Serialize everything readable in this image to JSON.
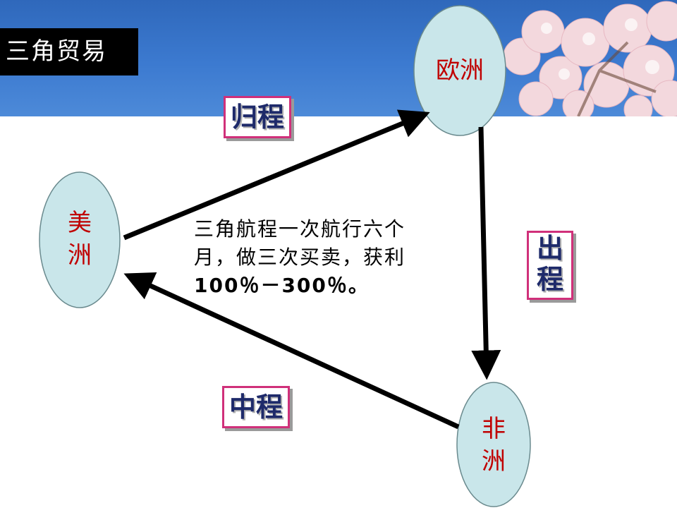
{
  "title": "三角贸易",
  "nodes": {
    "europe": "欧洲",
    "america_line1": "美",
    "america_line2": "洲",
    "africa_line1": "非",
    "africa_line2": "洲"
  },
  "stages": {
    "return_label": "归程",
    "outbound_line1": "出",
    "outbound_line2": "程",
    "middle_label": "中程"
  },
  "description": {
    "line1": "三角航程一次航行六个",
    "line2": "月，做三次买卖，获利",
    "line3": "100％－300％。"
  },
  "colors": {
    "banner": "#3c7ad0",
    "ellipse_fill": "#c9e6ea",
    "node_text": "#c00000",
    "stage_border": "#d0307a",
    "stage_text": "#1e2a6a",
    "arrow": "#000000"
  }
}
